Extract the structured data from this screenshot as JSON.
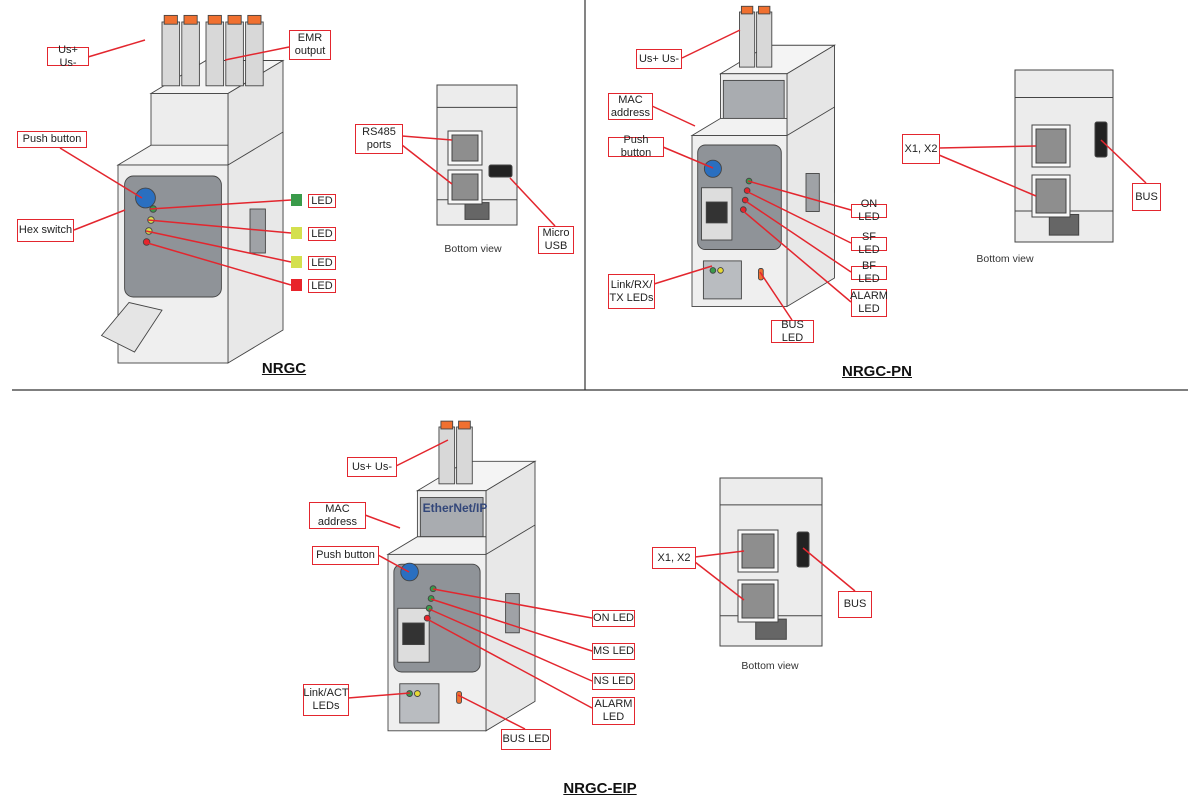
{
  "colors": {
    "callout": "#e3262e",
    "led_green": "#3a9a4a",
    "led_yellow": "#d4e04e",
    "led_red": "#e8232a",
    "button_blue": "#2a6fc0",
    "terminal_orange": "#f07030"
  },
  "nrgc": {
    "title": "NRGC",
    "labels": {
      "supply": "Us+  Us-",
      "emr": "EMR\noutput",
      "push": "Push button",
      "hex": "Hex switch",
      "rs485": "RS485\nports",
      "usb": "Micro\nUSB"
    },
    "leds": [
      {
        "label": "LED",
        "color": "green"
      },
      {
        "label": "LED",
        "color": "yellow"
      },
      {
        "label": "LED",
        "color": "yellow"
      },
      {
        "label": "LED",
        "color": "red"
      }
    ],
    "bottom_view": "Bottom view"
  },
  "nrgc_pn": {
    "title": "NRGC-PN",
    "labels": {
      "supply": "Us+  Us-",
      "mac": "MAC\naddress",
      "push": "Push button",
      "link": "Link/RX/\nTX LEDs",
      "bus_led": "BUS LED",
      "on": "ON LED",
      "sf": "SF LED",
      "bf": "BF LED",
      "alarm": "ALARM\nLED",
      "ports": "X1, X2",
      "bus": "BUS"
    },
    "bottom_view": "Bottom view"
  },
  "nrgc_eip": {
    "title": "NRGC-EIP",
    "labels": {
      "supply": "Us+  Us-",
      "mac": "MAC\naddress",
      "push": "Push button",
      "link": "Link/ACT\nLEDs",
      "bus_led": "BUS LED",
      "on": "ON LED",
      "ms": "MS LED",
      "ns": "NS LED",
      "alarm": "ALARM\nLED",
      "ports": "X1, X2",
      "bus": "BUS"
    },
    "panel_text": "EtherNet/IP",
    "bottom_view": "Bottom view"
  }
}
